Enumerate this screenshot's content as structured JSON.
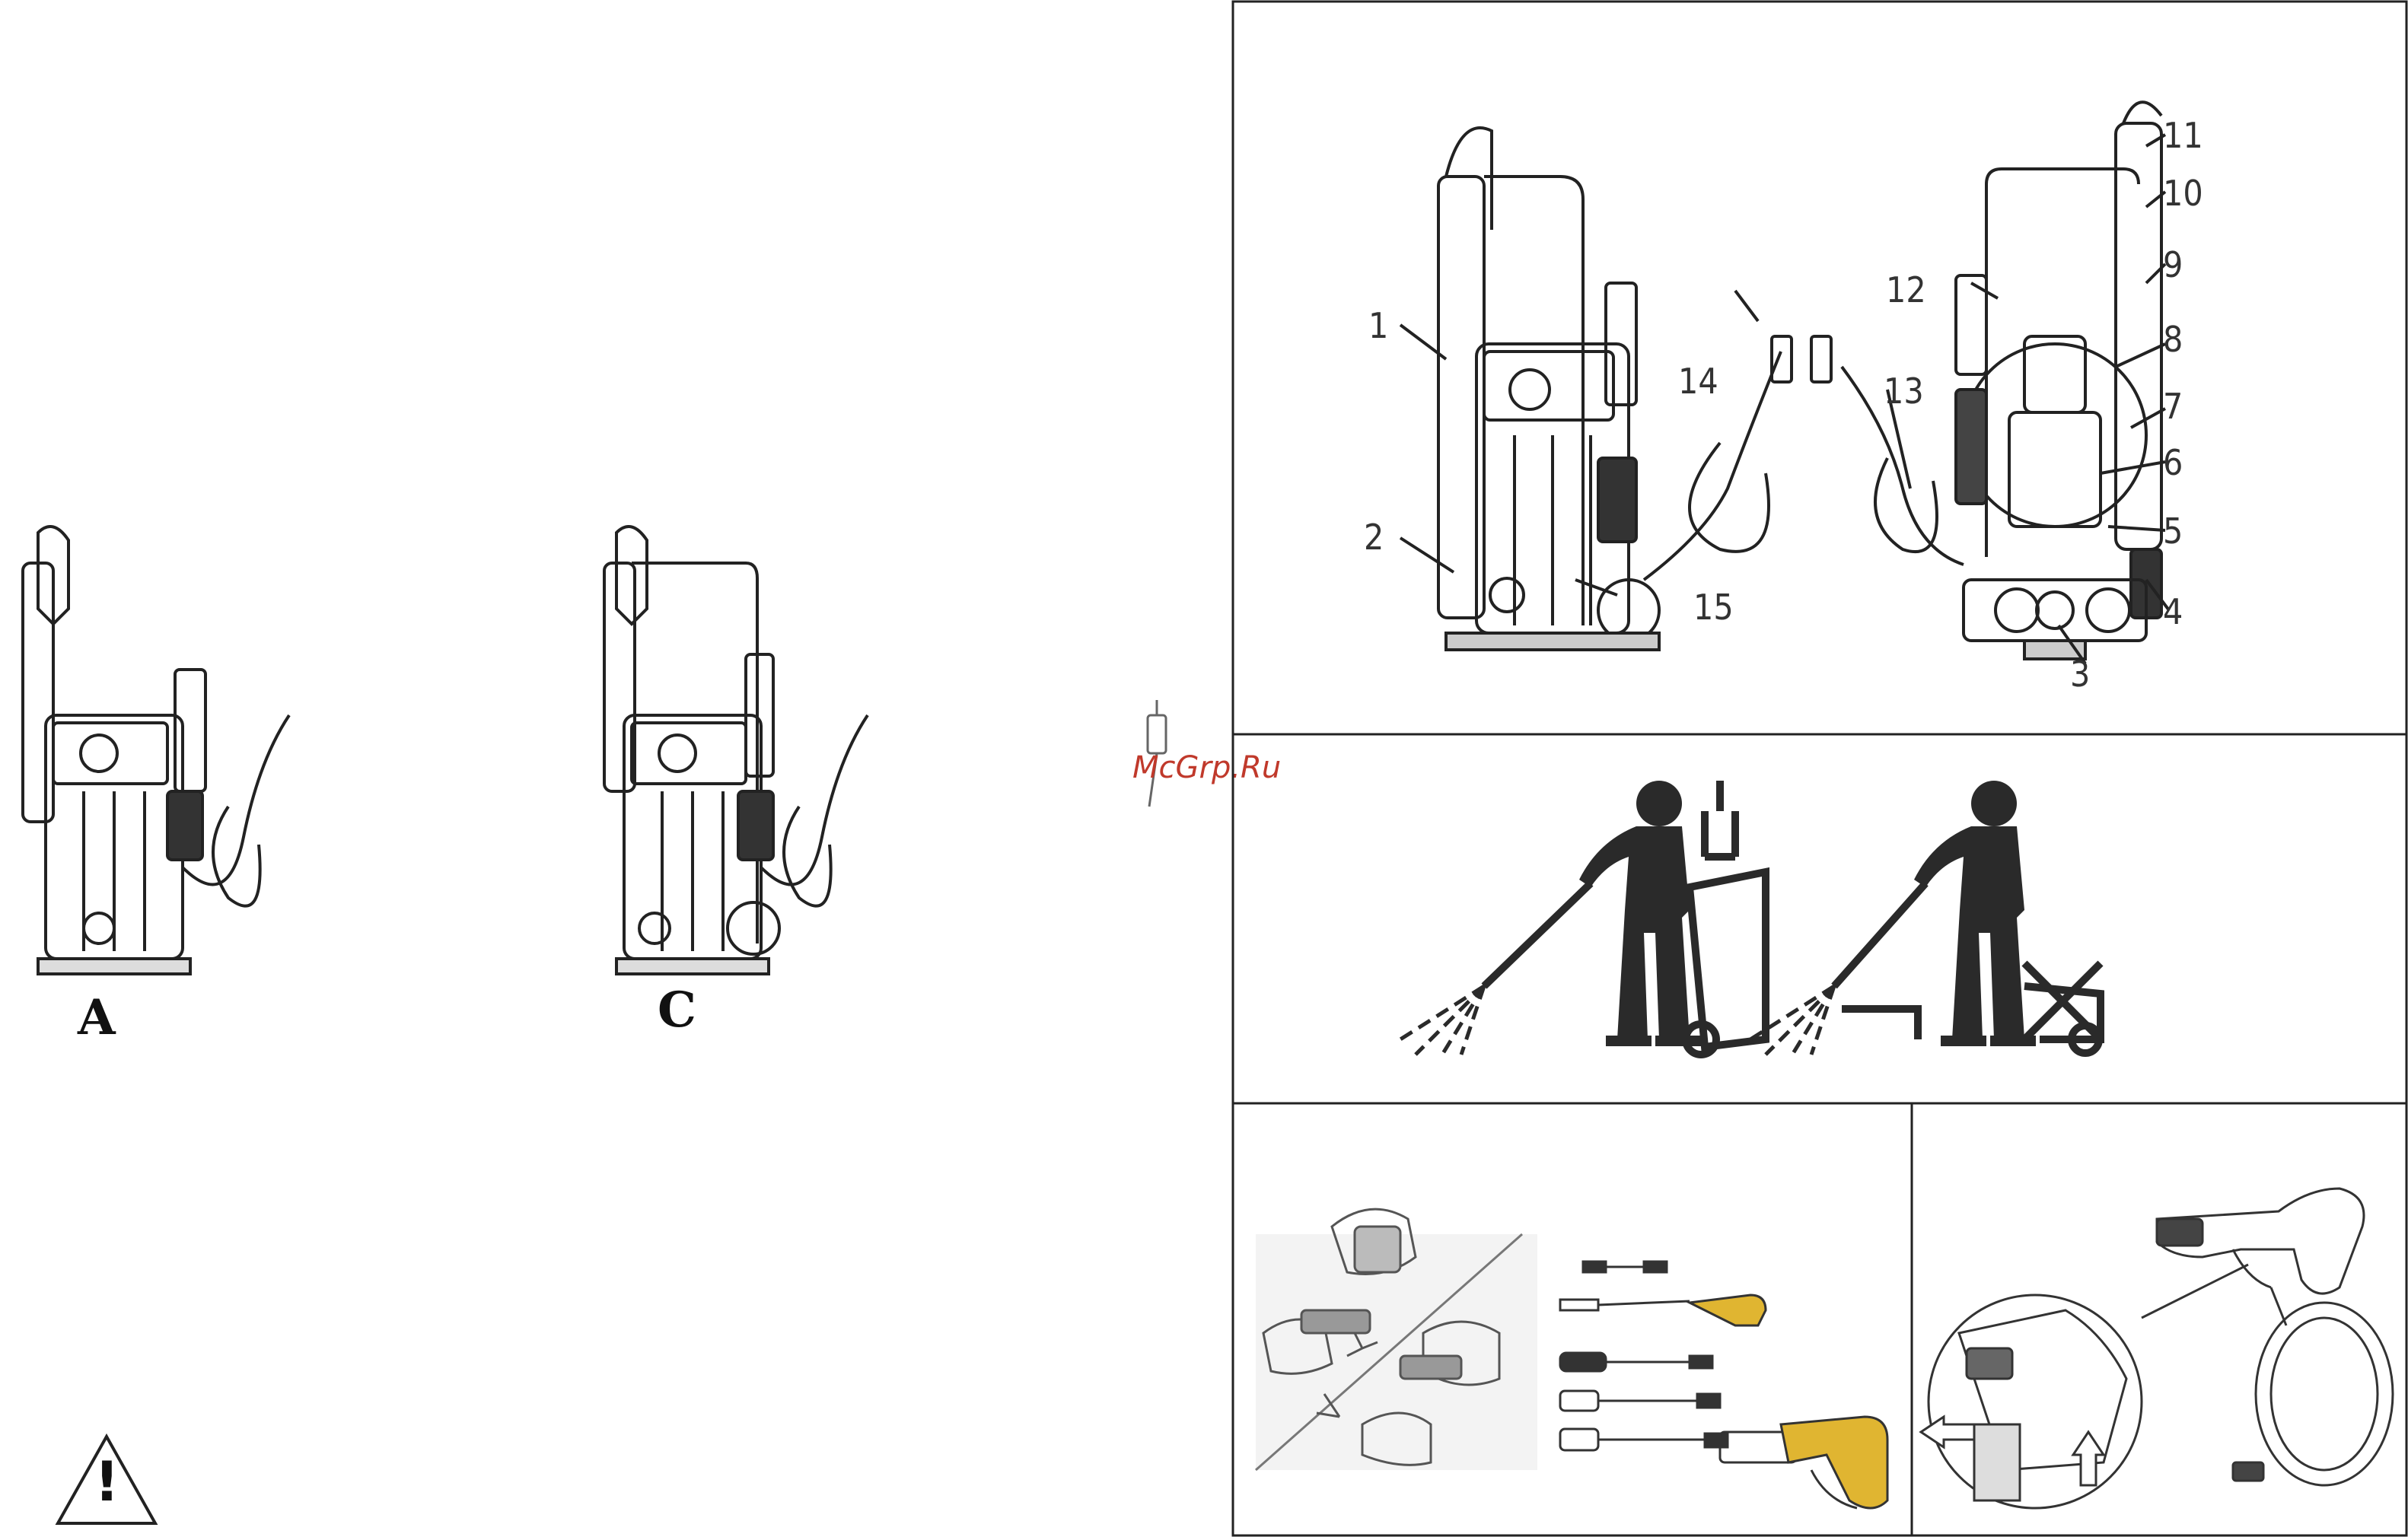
{
  "page": {
    "watermark": "McGrp.Ru"
  },
  "left_figures": [
    {
      "caption": "A"
    },
    {
      "caption": "C"
    }
  ],
  "parts_diagram": {
    "labels": [
      "1",
      "2",
      "3",
      "4",
      "5",
      "6",
      "7",
      "8",
      "9",
      "10",
      "11",
      "12",
      "13",
      "14",
      "15"
    ]
  },
  "warning": {
    "symbol": "!"
  },
  "colors": {
    "accent_yellow": "#e0b531",
    "watermark_red": "#c0392b"
  }
}
